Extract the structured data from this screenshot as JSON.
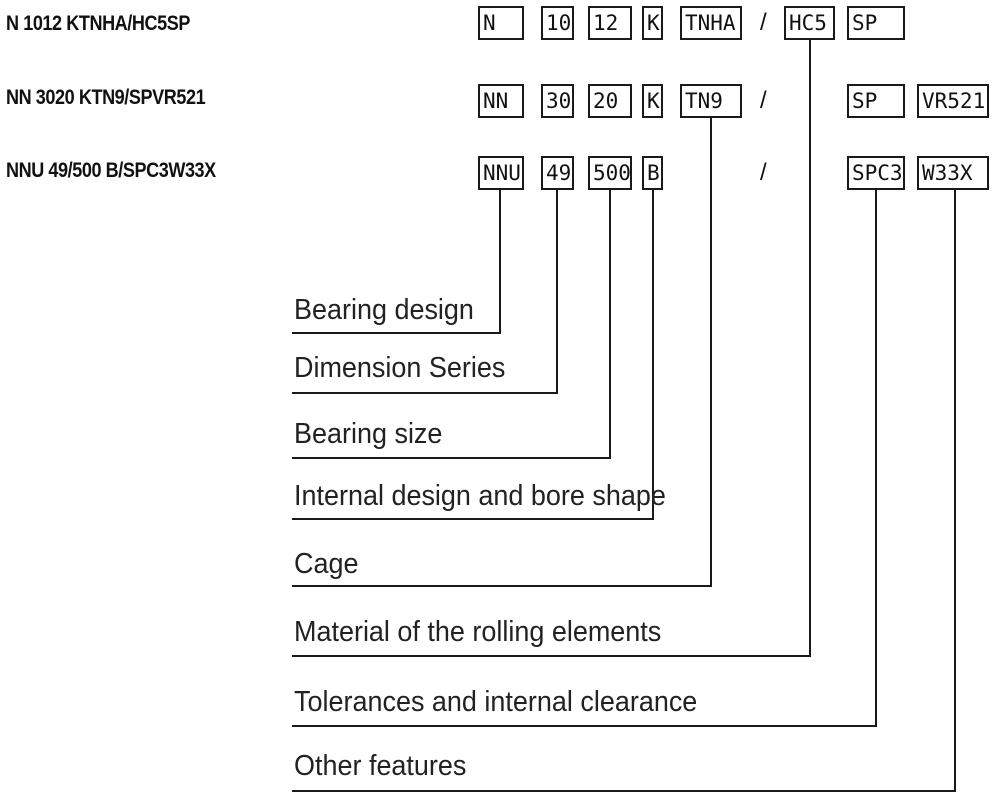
{
  "designations": [
    "N 1012 KTNHA/HC5SP",
    "NN 3020 KTN9/SPVR521",
    "NNU 49/500 B/SPC3W33X"
  ],
  "rows": [
    {
      "bearing_design": "N",
      "dimension_series": "10",
      "bearing_size": "12",
      "internal_design": "K",
      "cage": "TNHA",
      "slash": "/",
      "material": "HC5",
      "tolerances": "SP",
      "other": ""
    },
    {
      "bearing_design": "NN",
      "dimension_series": "30",
      "bearing_size": "20",
      "internal_design": "K",
      "cage": "TN9",
      "slash": "/",
      "material": "",
      "tolerances": "SP",
      "other": "VR521"
    },
    {
      "bearing_design": "NNU",
      "dimension_series": "49",
      "bearing_size": "500",
      "internal_design": "B",
      "cage": "",
      "slash": "/",
      "material": "",
      "tolerances": "SPC3",
      "other": "W33X"
    }
  ],
  "captions": {
    "bearing_design": "Bearing design",
    "dimension_series": "Dimension Series",
    "bearing_size": "Bearing size",
    "internal_design": "Internal design and bore shape",
    "cage": "Cage",
    "material": "Material of the rolling elements",
    "tolerances": "Tolerances and internal clearance",
    "other": "Other features"
  }
}
